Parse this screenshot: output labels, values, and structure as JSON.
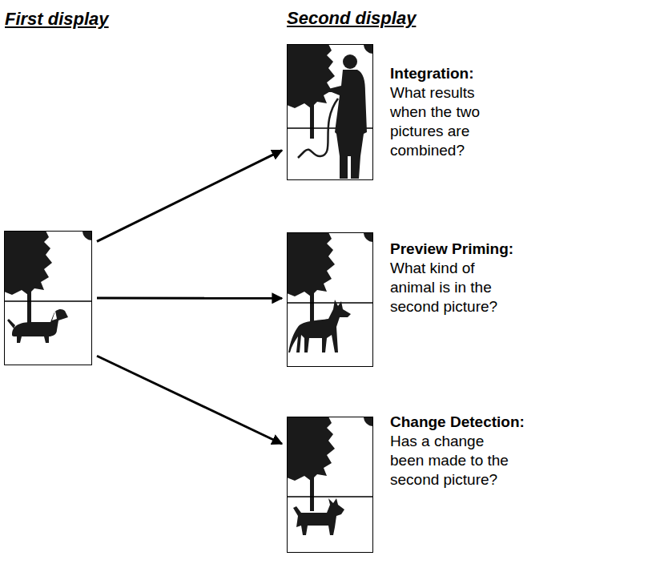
{
  "diagram": {
    "nodes": [
      {
        "text": [
          "First display"
        ]
      },
      {
        "text": [
          "Integration:",
          "What results when the two pictures are combined?"
        ]
      },
      {
        "text": [
          "Preview Priming:",
          "What kind of animal is in the second picture?"
        ]
      },
      {
        "text": [
          "Change Detection:",
          "Has a change been made to the second picture?"
        ]
      }
    ],
    "edges": [
      {
        "from": 0,
        "to": 1,
        "arrow": "to"
      },
      {
        "from": 0,
        "to": 2,
        "arrow": "to"
      },
      {
        "from": 0,
        "to": 3,
        "arrow": "to"
      }
    ],
    "labels": [
      "Second display"
    ]
  }
}
